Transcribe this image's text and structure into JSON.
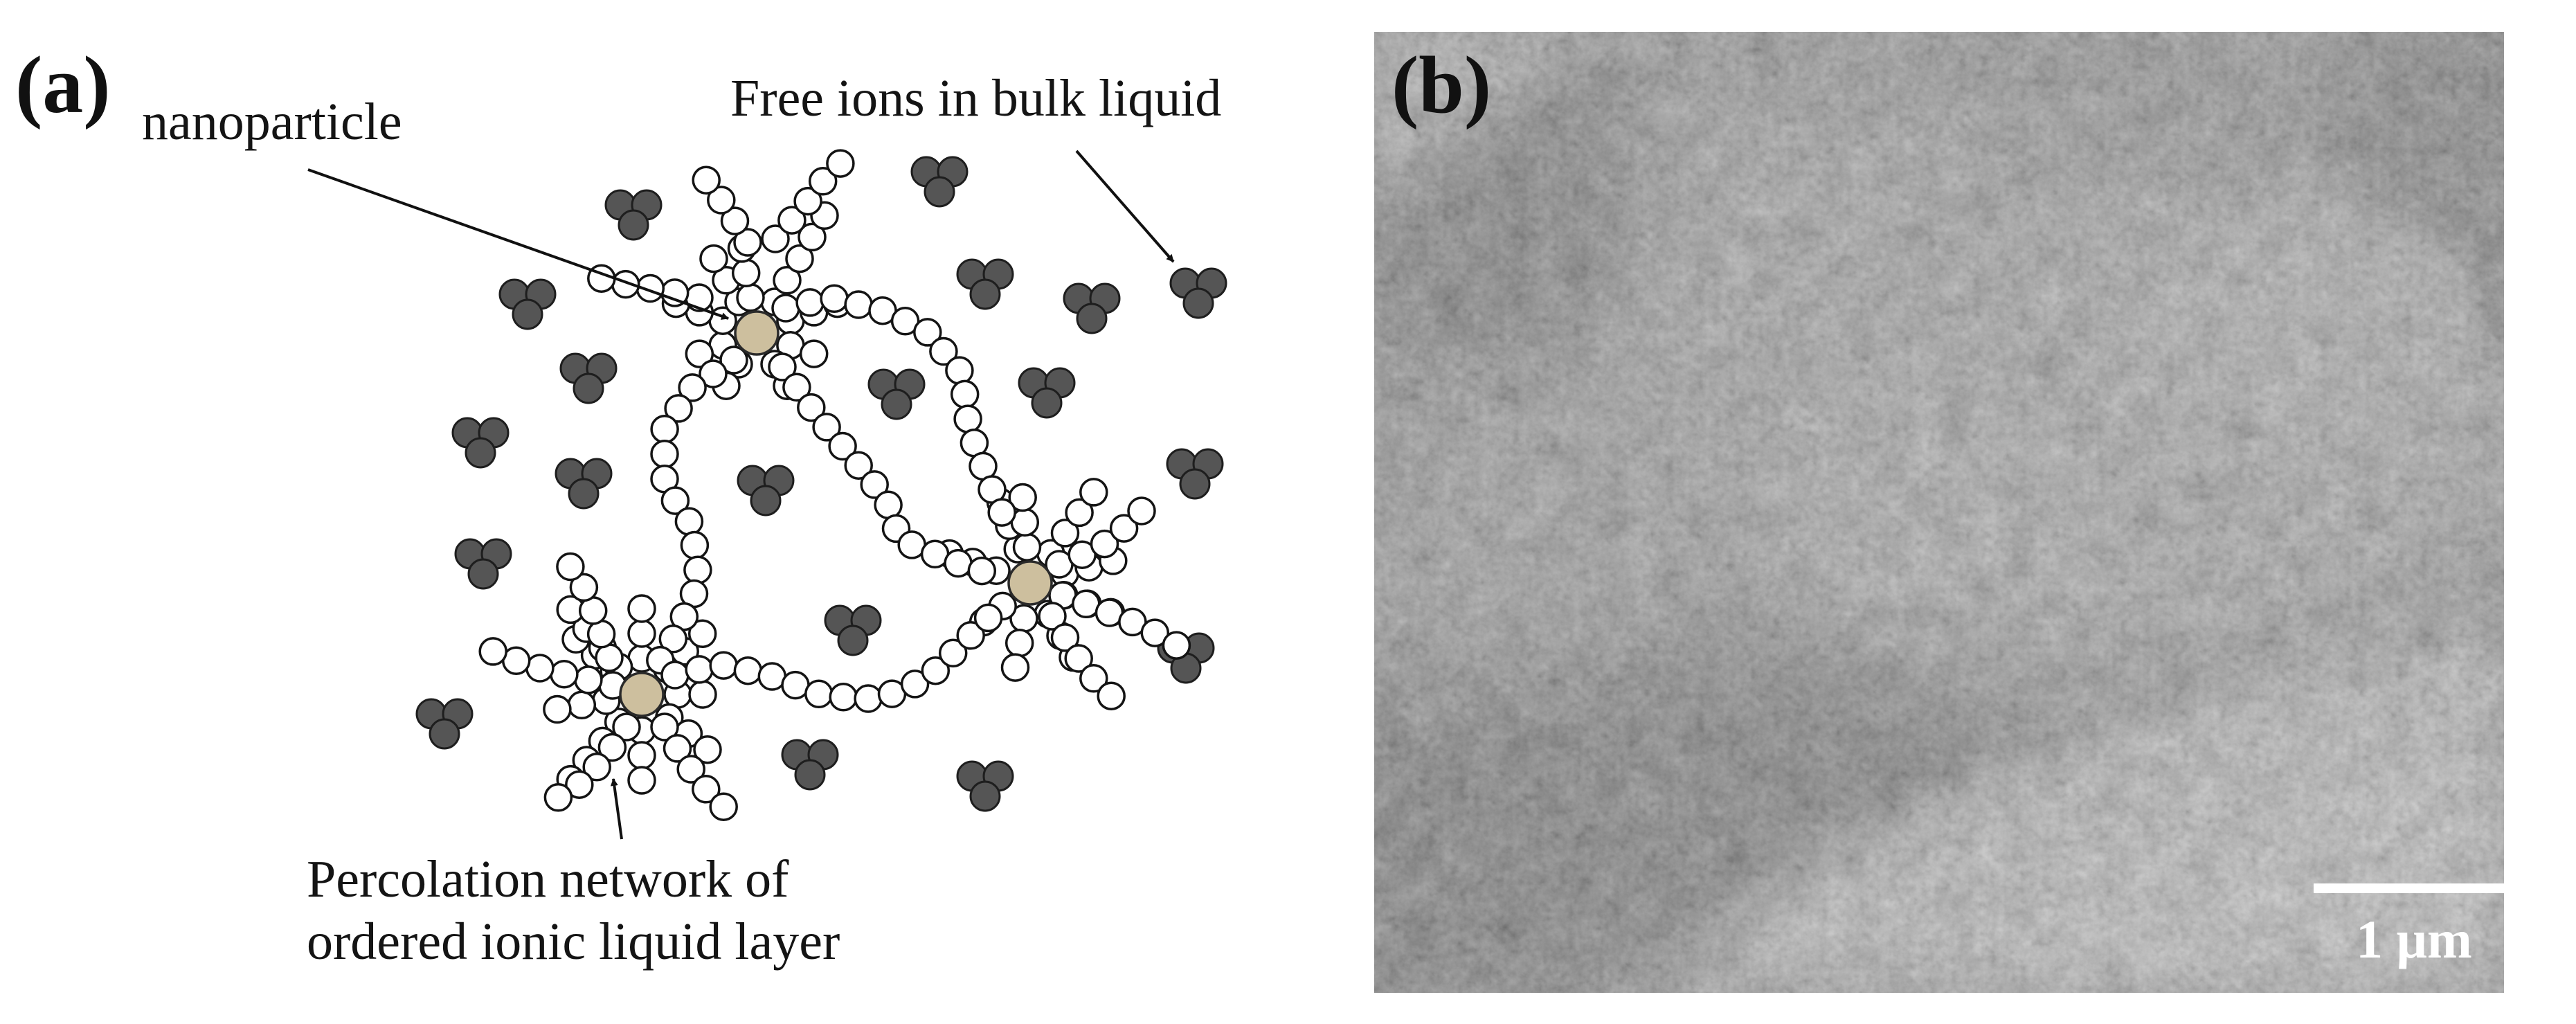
{
  "panels": {
    "a": {
      "label": "(a)",
      "annotations": {
        "nanoparticle": "nanoparticle",
        "free_ions": "Free ions in bulk liquid",
        "percolation_line1": "Percolation network of",
        "percolation_line2": "ordered ionic liquid layer"
      }
    },
    "b": {
      "label": "(b)",
      "scale_bar_label": "1 μm"
    }
  },
  "colors": {
    "nanoparticle_fill": "#cdbf9e",
    "ion_fill": "#555555",
    "ion_stroke": "#1e1e1e",
    "layer_fill": "#ffffff",
    "layer_stroke": "#141414",
    "sem_base": "#5a5a5a",
    "scale_bar": "#ffffff"
  }
}
